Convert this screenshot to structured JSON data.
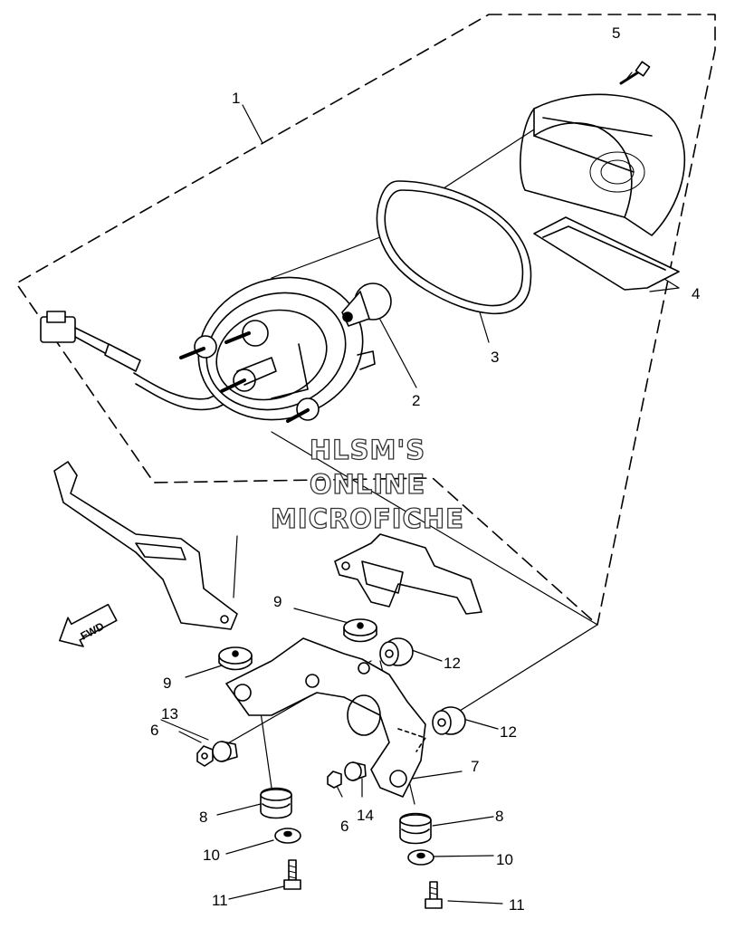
{
  "watermark": {
    "line1": "HLSM'S",
    "line2": "ONLINE",
    "line3": "MICROFICHE"
  },
  "direction_label": "FWD",
  "callouts": [
    "1",
    "2",
    "3",
    "4",
    "5",
    "6",
    "6",
    "7",
    "8",
    "8",
    "9",
    "9",
    "10",
    "10",
    "11",
    "11",
    "12",
    "12",
    "13",
    "14"
  ]
}
